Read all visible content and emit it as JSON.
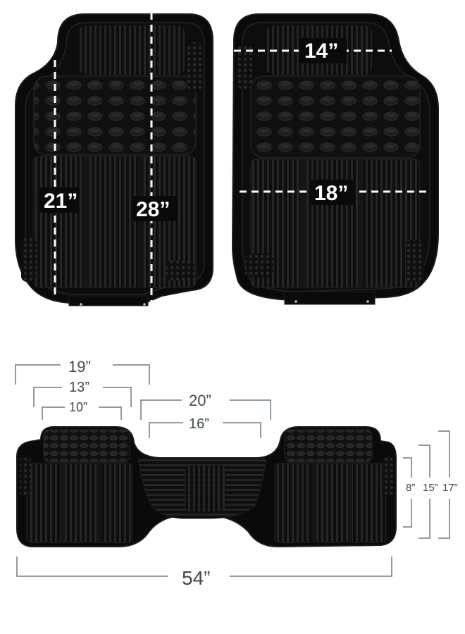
{
  "front_mats": {
    "driver": {
      "length_short": "21”",
      "length_long": "28”"
    },
    "passenger": {
      "width_top": "14”",
      "width_bottom": "18”"
    }
  },
  "rear_mat": {
    "widths_left": [
      "19”",
      "13”",
      "10”"
    ],
    "widths_center": [
      "20”",
      "16”"
    ],
    "depths_right": [
      "8”",
      "15”",
      "17”"
    ],
    "overall_width": "54”"
  },
  "colors": {
    "mat": "#0b0b0b",
    "dimension_lines": "#6f7a7e",
    "label_text": "#3f4a4f"
  }
}
